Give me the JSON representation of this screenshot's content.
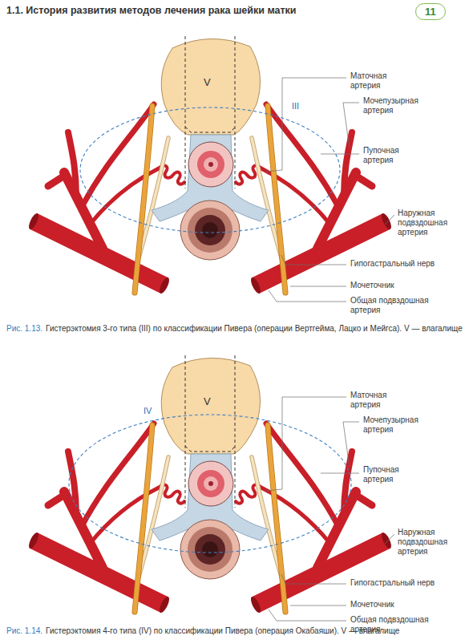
{
  "diagram": {
    "title": "1.1. История развития методов лечения рака шейки матки",
    "nodes": [
      {
        "text": [
          "11"
        ]
      }
    ],
    "labels": [
      "V",
      "III",
      "Маточная артерия",
      "Мочепузырная артерия",
      "Пупочная артерия",
      "Наружная подвздошная артерия",
      "Гипогастральный нерв",
      "Мочеточник",
      "Общая подвздошная артерия",
      "Рис. 1.13.",
      "Гистерэктомия 3-го типа (III) по классификации Пивера (операции Вертгейма, Лацко и Мейгса). V — влагалище",
      "V",
      "IV",
      "Маточная артерия",
      "Мочепузырная артерия",
      "Пупочная артерия",
      "Наружная подвздошная артерия",
      "Гипогастральный нерв",
      "Мочеточник",
      "Общая подвздошная артерия",
      "Рис. 1.14.",
      "Гистерэктомия 4-го типа (IV) по классификации Пивера (операция Окабаяши). V — влагалище"
    ]
  }
}
